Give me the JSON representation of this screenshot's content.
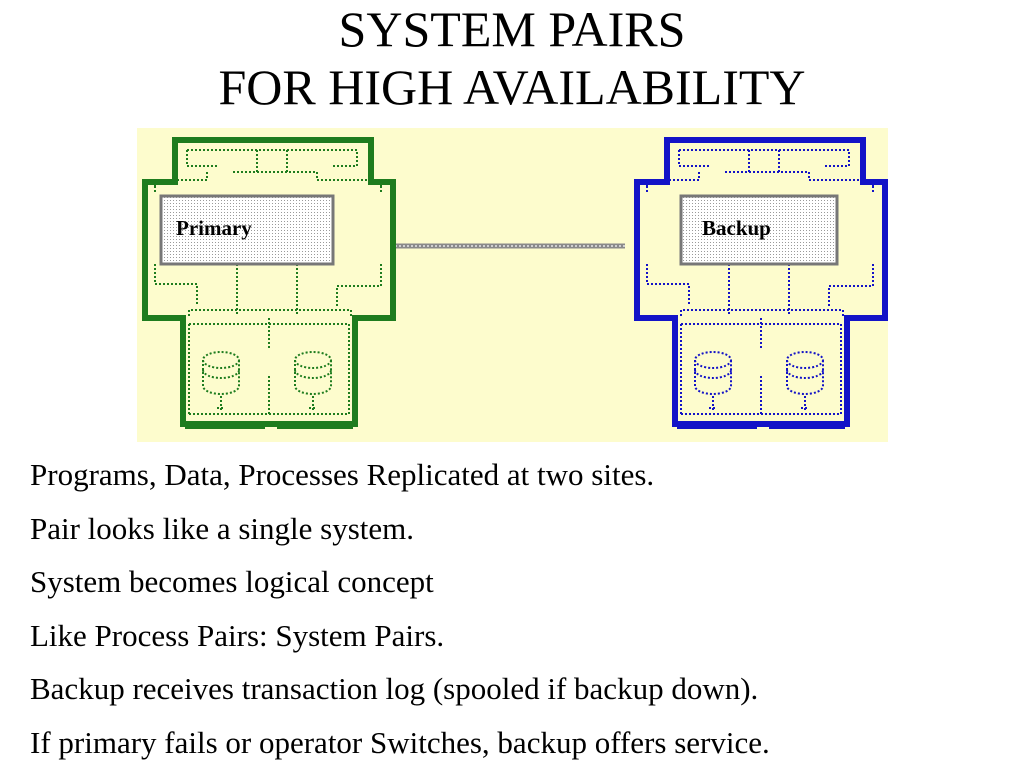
{
  "title": {
    "line1": "SYSTEM PAIRS",
    "line2": "FOR HIGH AVAILABILITY"
  },
  "diagram": {
    "primary_label": "Primary",
    "backup_label": "Backup",
    "colors": {
      "background": "#fdfccd",
      "primary": "#1e7c1e",
      "backup": "#1313c7",
      "link": "#999999"
    }
  },
  "bullets": [
    "Programs, Data, Processes Replicated at two sites.",
    "Pair looks like a single system.",
    "System becomes logical concept",
    "Like Process Pairs: System Pairs.",
    "Backup receives transaction log (spooled if backup down).",
    "If primary fails or operator Switches, backup offers service."
  ]
}
